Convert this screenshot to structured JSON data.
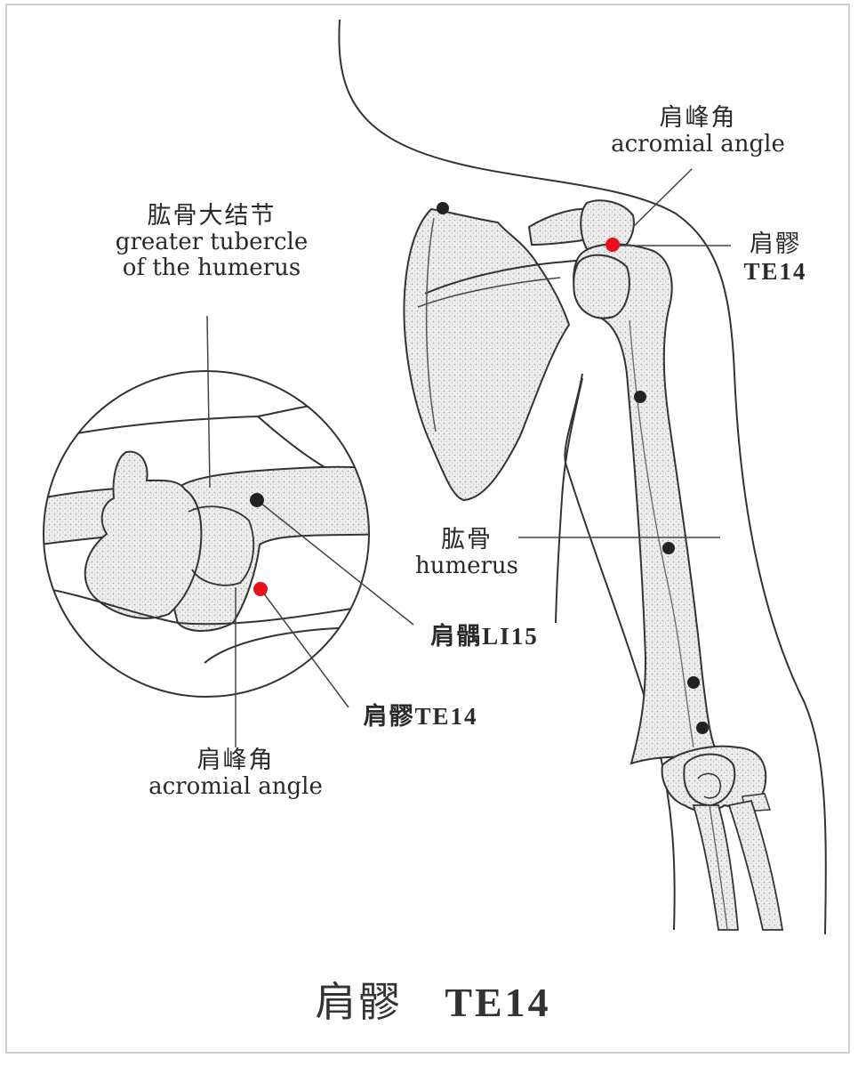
{
  "labels": {
    "acromial_angle_top": {
      "zh": "肩峰角",
      "en": "acromial angle"
    },
    "te14_right": {
      "zh": "肩髎",
      "code": "TE14"
    },
    "greater_tubercle": {
      "zh": "肱骨大结节",
      "en_line1": "greater tubercle",
      "en_line2": "of the humerus"
    },
    "humerus": {
      "zh": "肱骨",
      "en": "humerus"
    },
    "li15": {
      "text": "肩髃LI15"
    },
    "te14_inset": {
      "text": "肩髎TE14"
    },
    "acromial_angle_bottom": {
      "zh": "肩峰角",
      "en": "acromial angle"
    }
  },
  "title": {
    "zh": "肩髎",
    "code": "TE14"
  },
  "colors": {
    "primary_point": "#e8101a",
    "other_point": "#222222",
    "bone_fill": "#ececec",
    "outline": "#333333"
  }
}
